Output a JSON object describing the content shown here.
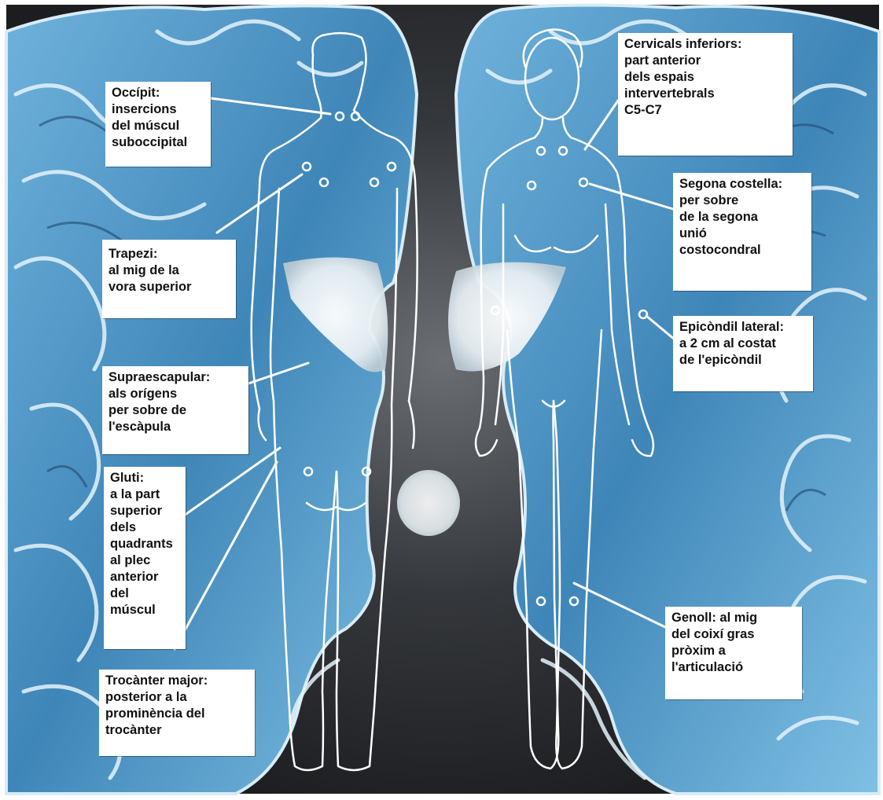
{
  "colors": {
    "tissue_light": "#8fc8e8",
    "tissue_mid": "#4a90c0",
    "tissue_dark": "#1d4f78",
    "background_dark": "#2a2c30",
    "figure_outline": "#ffffff",
    "label_bg": "#ffffff",
    "label_text": "#111111"
  },
  "labels": {
    "occipit": [
      "Occípit:",
      "insercions",
      "del múscul",
      "suboccipital"
    ],
    "trapezi": [
      "Trapezi:",
      "al mig de la",
      "vora superior"
    ],
    "supraescapular": [
      "Supraescapular:",
      "als orígens",
      "per sobre de",
      "l'escàpula"
    ],
    "gluti": [
      "Gluti:",
      "a la part",
      "superior",
      "dels",
      "quadrants",
      "al plec",
      "anterior",
      "del",
      "múscul"
    ],
    "trocanter": [
      "Trocànter major:",
      "posterior a la",
      "prominència del",
      "trocànter"
    ],
    "cervicals": [
      "Cervicals inferiors:",
      "part anterior",
      "dels espais",
      "intervertebrals",
      "C5-C7"
    ],
    "segona_costella": [
      "Segona costella:",
      "per sobre",
      "de la segona",
      "unió",
      "costocondral"
    ],
    "epicondil": [
      "Epicòndil lateral:",
      "a 2 cm al costat",
      "de l'epicòndil"
    ],
    "genoll": [
      "Genoll: al mig",
      "del coixí gras",
      "pròxim a",
      "l'articulació"
    ]
  },
  "icons": {
    "tender_point_marker": "circle-outline"
  }
}
